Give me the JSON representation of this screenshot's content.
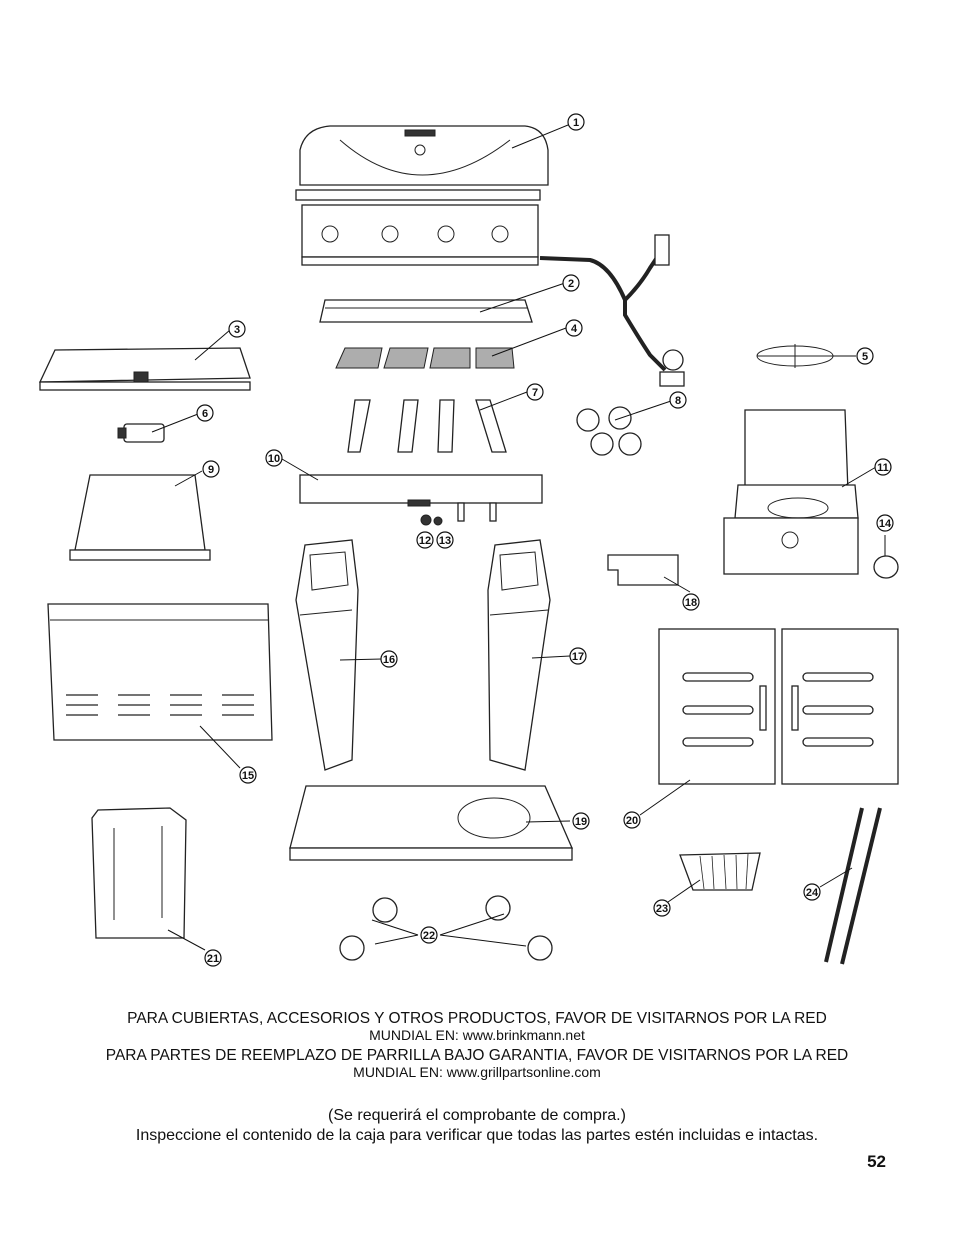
{
  "document": {
    "callouts": [
      "1",
      "2",
      "3",
      "4",
      "5",
      "6",
      "7",
      "8",
      "9",
      "10",
      "11",
      "12",
      "13",
      "14",
      "15",
      "16",
      "17",
      "18",
      "19",
      "20",
      "21",
      "22",
      "23",
      "24"
    ],
    "footer": {
      "web_line1": "PARA CUBIERTAS, ACCESORIOS Y OTROS PRODUCTOS, FAVOR DE VISITARNOS POR LA RED",
      "web_url1": "MUNDIAL EN: www.brinkmann.net",
      "web_line2": "PARA PARTES DE REEMPLAZO DE PARRILLA BAJO GARANTIA, FAVOR DE VISITARNOS POR LA RED",
      "web_url2": "MUNDIAL EN: www.grillpartsonline.com",
      "receipt_note": "(Se requerirá el comprobante de compra.)",
      "inspect_note": "Inspeccione el contenido de la caja para verificar que todas las partes estén incluidas e intactas."
    },
    "page_number": "52"
  }
}
